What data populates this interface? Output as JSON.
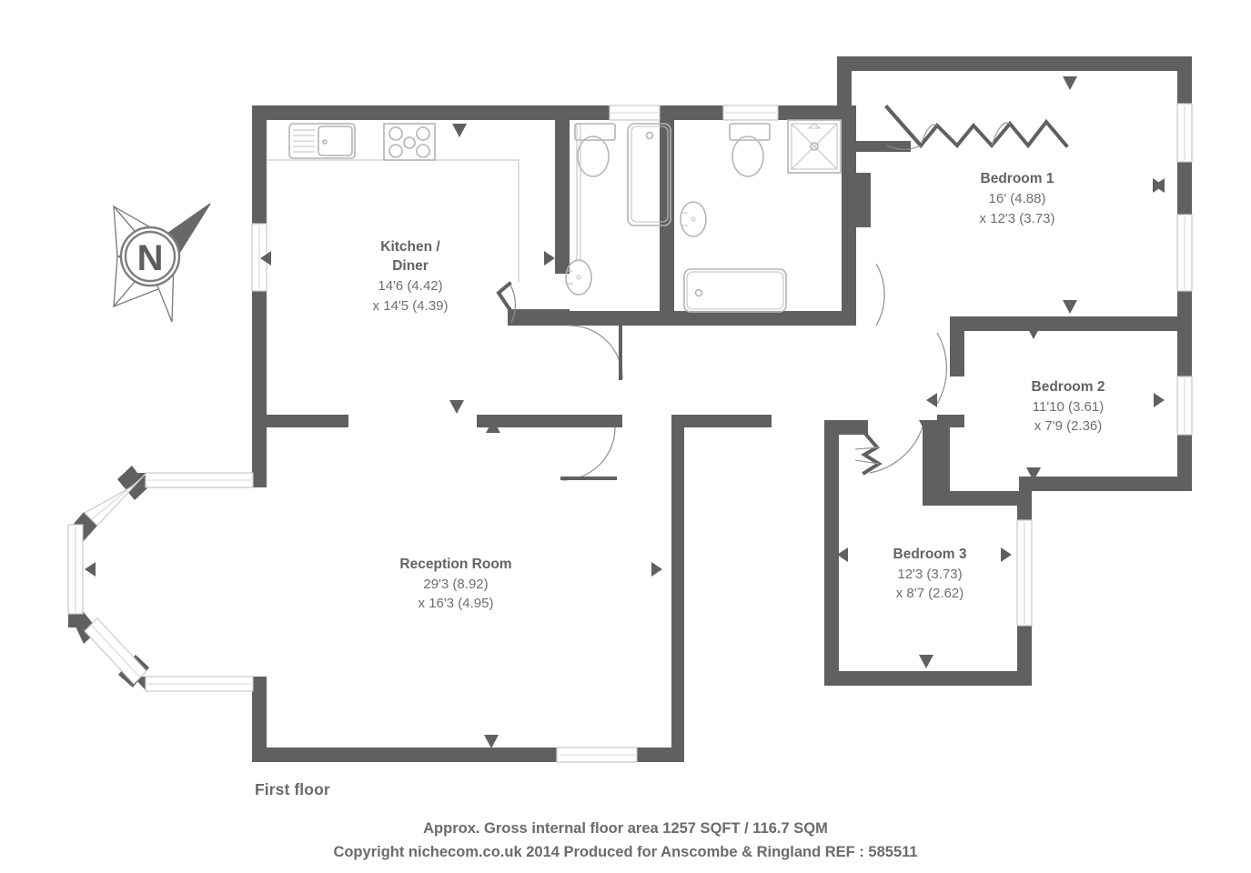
{
  "document": {
    "type": "floor-plan",
    "floor_title": "First floor",
    "footer_line_1": "Approx. Gross internal floor area 1257 SQFT / 116.7 SQM",
    "footer_line_2": "Copyright nichecom.co.uk 2014 Produced for Anscombe & Ringland REF : 585511"
  },
  "colors": {
    "wall": "#606060",
    "text": "#6b6b6b",
    "fixture": "#b4b4b4",
    "background": "#ffffff"
  },
  "compass": {
    "label": "N",
    "name": "north-arrow"
  },
  "rooms": [
    {
      "id": "kitchen-diner",
      "name_line_1": "Kitchen /",
      "name_line_2": "Diner",
      "dim_imperial": "14'6 (4.42)",
      "dim_imperial_2": "x 14'5 (4.39)"
    },
    {
      "id": "reception-room",
      "name_line_1": "Reception Room",
      "name_line_2": "",
      "dim_imperial": "29'3 (8.92)",
      "dim_imperial_2": "x 16'3 (4.95)"
    },
    {
      "id": "bedroom-1",
      "name_line_1": "Bedroom 1",
      "name_line_2": "",
      "dim_imperial": "16' (4.88)",
      "dim_imperial_2": "x 12'3 (3.73)"
    },
    {
      "id": "bedroom-2",
      "name_line_1": "Bedroom 2",
      "name_line_2": "",
      "dim_imperial": "11'10 (3.61)",
      "dim_imperial_2": "x 7'9 (2.36)"
    },
    {
      "id": "bedroom-3",
      "name_line_1": "Bedroom 3",
      "name_line_2": "",
      "dim_imperial": "12'3 (3.73)",
      "dim_imperial_2": "x 8'7 (2.62)"
    }
  ],
  "fixtures": [
    "kitchen-sink-icon",
    "kitchen-hob-icon",
    "toilet-icon",
    "washbasin-icon",
    "bathtub-icon",
    "shower-tray-icon",
    "wardrobe-bifold-icon"
  ]
}
